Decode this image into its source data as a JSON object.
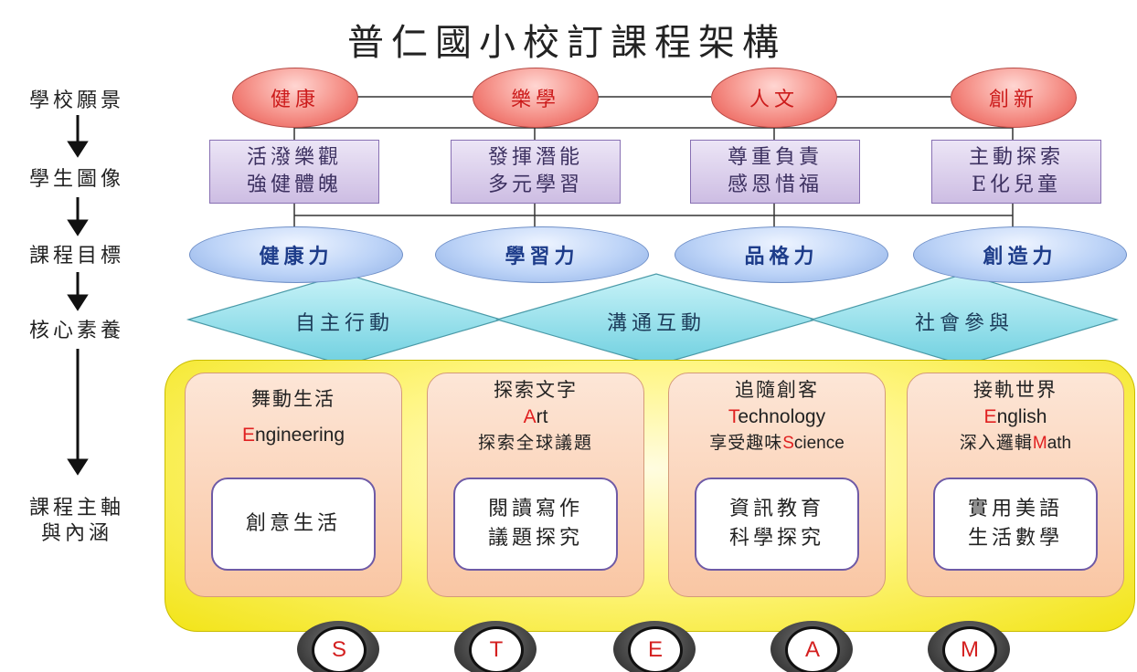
{
  "title": "普仁國小校訂課程架構",
  "left_labels": {
    "vision": "學校願景",
    "student_image": "學生圖像",
    "goals": "課程目標",
    "core": "核心素養",
    "axis_line1": "課程主軸",
    "axis_line2": "與內涵"
  },
  "vision": [
    "健康",
    "樂學",
    "人文",
    "創新"
  ],
  "student_images": [
    {
      "line1": "活潑樂觀",
      "line2": "強健體魄"
    },
    {
      "line1": "發揮潛能",
      "line2": "多元學習"
    },
    {
      "line1": "尊重負責",
      "line2": "感恩惜福"
    },
    {
      "line1": "主動探索",
      "line2": "E化兒童"
    }
  ],
  "goals": [
    "健康力",
    "學習力",
    "品格力",
    "創造力"
  ],
  "core": [
    "自主行動",
    "溝通互動",
    "社會參與"
  ],
  "cards": [
    {
      "title": "舞動生活",
      "eng_initial": "E",
      "eng_rest": "ngineering",
      "inner1": "創意生活",
      "inner2": ""
    },
    {
      "title": "探索文字",
      "eng_initial": "A",
      "eng_rest": "rt",
      "sub": "探索全球議題",
      "inner1": "閱讀寫作",
      "inner2": "議題探究"
    },
    {
      "title": "追隨創客",
      "eng_initial": "T",
      "eng_rest": "echnology",
      "sub_pre": "享受趣味",
      "sub_initial": "S",
      "sub_rest": "cience",
      "inner1": "資訊教育",
      "inner2": "科學探究"
    },
    {
      "title": "接軌世界",
      "eng_initial": "E",
      "eng_rest": "nglish",
      "sub_pre": "深入邏輯",
      "sub_initial": "M",
      "sub_rest": "ath",
      "inner1": "實用美語",
      "inner2": "生活數學"
    }
  ],
  "wheels": [
    "S",
    "T",
    "E",
    "A",
    "M"
  ],
  "colors": {
    "vision_oval": "#f79b93",
    "goal_oval": "#bcd3f7",
    "diamond": "#9ee4ee",
    "bus_body": "#fff685",
    "card": "#f9c6a3",
    "accent_red": "#e02020"
  }
}
